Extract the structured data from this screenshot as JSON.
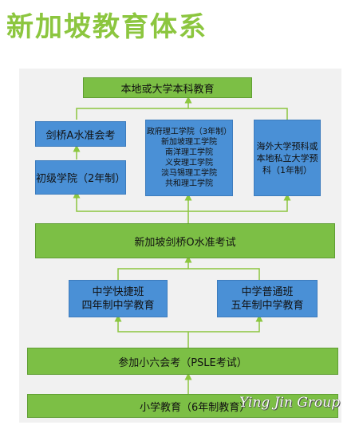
{
  "title": "新加坡教育体系",
  "boxes": {
    "university": "本地或大学本科教育",
    "a_level": "剑桥A水准会考",
    "junior_college": "初级学院（2年制）",
    "polytechnics": [
      "政府理工学院（3年制）",
      "新加坡理工学院",
      "南洋理工学院",
      "义安理工学院",
      "淡马锡理工学院",
      "共和理工学院"
    ],
    "overseas": [
      "海外大学预科或",
      "本地私立大学预",
      "科（1年制）"
    ],
    "o_level": "新加坡剑桥O水准考试",
    "express": [
      "中学快捷班",
      "四年制中学教育"
    ],
    "normal": [
      "中学普通班",
      "五年制中学教育"
    ],
    "psle": "参加小六会考（PSLE考试）",
    "primary": "小学教育（6年制教育）"
  },
  "watermark": "Ying Jin Group",
  "colors": {
    "title": "#8cc63f",
    "green_box": "#7cbf45",
    "blue_box": "#4a90d6",
    "panel": "#f1f1f1"
  }
}
